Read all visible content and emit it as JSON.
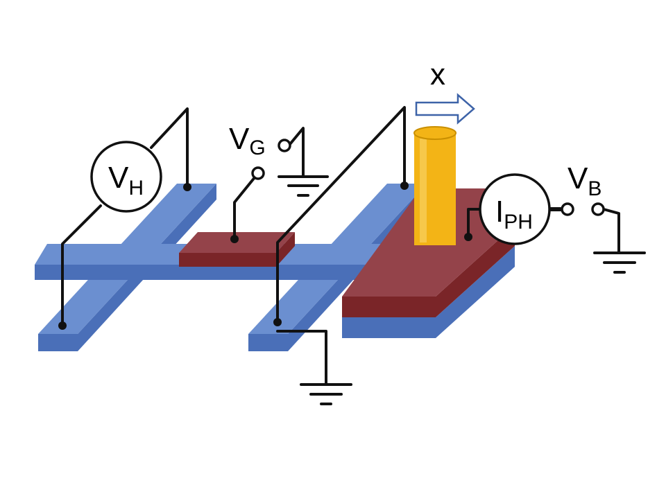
{
  "labels": {
    "hall_meter": {
      "main": "V",
      "sub": "H"
    },
    "gate": {
      "main": "V",
      "sub": "G"
    },
    "bias": {
      "main": "V",
      "sub": "B"
    },
    "photocurrent": {
      "main": "I",
      "sub": "PH"
    },
    "scan": "x"
  },
  "colors": {
    "channel_top": "#6b8fd0",
    "channel_side": "#4a6fb8",
    "gate_top": "#94434a",
    "gate_side": "#7a2528",
    "probe": "#f3b416",
    "wire": "#111111"
  }
}
